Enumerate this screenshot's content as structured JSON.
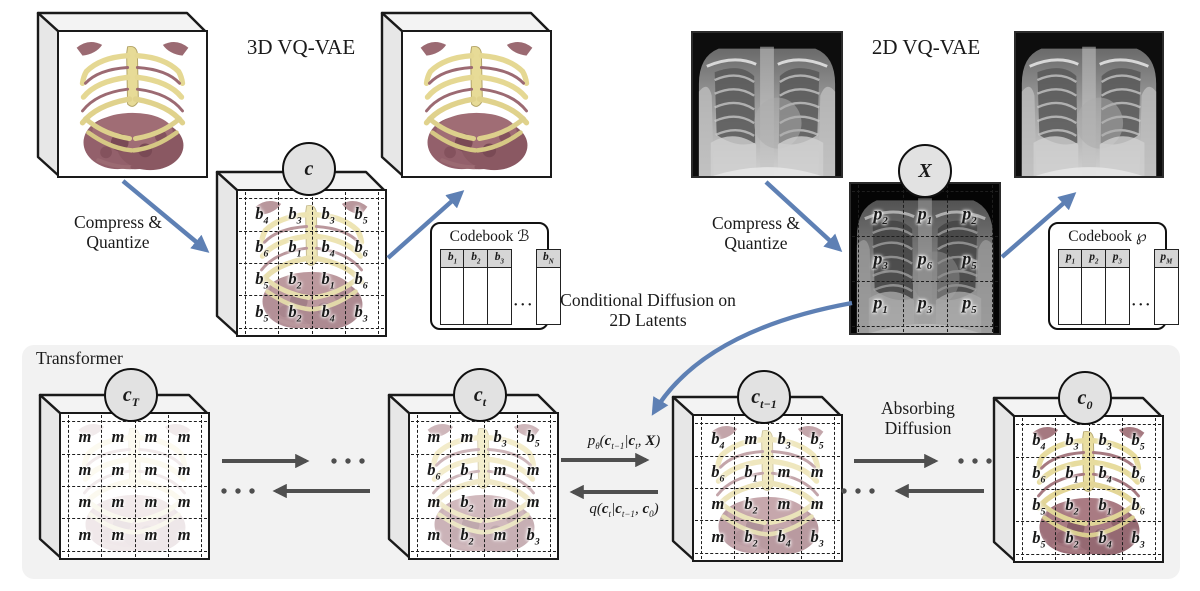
{
  "figure": {
    "vqvae3d": {
      "title": "3D VQ-VAE",
      "compress_line1": "Compress &",
      "compress_line2": "Quantize",
      "latent_label": "**c**",
      "grid": [
        [
          "**b**_4",
          "**b**_3",
          "**b**_3",
          "**b**_5"
        ],
        [
          "**b**_6",
          "**b**_1",
          "**b**_4",
          "**b**_6"
        ],
        [
          "**b**_5",
          "**b**_2",
          "**b**_1",
          "**b**_6"
        ],
        [
          "**b**_5",
          "**b**_2",
          "**b**_4",
          "**b**_3"
        ]
      ],
      "codebook": {
        "title": "Codebook ℬ",
        "entries": [
          "**b**_1",
          "**b**_2",
          "**b**_3"
        ],
        "ellipsis": "···",
        "last_entry": "**b**_N"
      }
    },
    "vqvae2d": {
      "title": "2D VQ-VAE",
      "compress_line1": "Compress &",
      "compress_line2": "Quantize",
      "latent_label": "**X**",
      "grid": [
        [
          "**p**_2",
          "**p**_1",
          "**p**_2"
        ],
        [
          "**p**_3",
          "**p**_6",
          "**p**_5"
        ],
        [
          "**p**_1",
          "**p**_3",
          "**p**_5"
        ]
      ],
      "codebook": {
        "title": "Codebook ℘",
        "entries": [
          "**p**_1",
          "**p**_2",
          "**p**_3"
        ],
        "ellipsis": "···",
        "last_entry": "**p**_M"
      }
    },
    "conditional_line1": "Conditional Diffusion on",
    "conditional_line2": "2D Latents",
    "transformer": {
      "title": "Transformer",
      "absorbing_line1": "Absorbing",
      "absorbing_line2": "Diffusion",
      "formula_forward": "p_θ(**c**_{t−1}|**c**_t, **X**)",
      "formula_reverse": "q(**c**_t|**c**_{t−1}, **c**_0)",
      "ellipsis": "···",
      "states": [
        {
          "label": "**c**_T",
          "grid": [
            [
              "m",
              "m",
              "m",
              "m"
            ],
            [
              "m",
              "m",
              "m",
              "m"
            ],
            [
              "m",
              "m",
              "m",
              "m"
            ],
            [
              "m",
              "m",
              "m",
              "m"
            ]
          ]
        },
        {
          "label": "**c**_t",
          "grid": [
            [
              "m",
              "m",
              "**b**_3",
              "**b**_5"
            ],
            [
              "**b**_6",
              "**b**_1",
              "m",
              "m"
            ],
            [
              "m",
              "**b**_2",
              "m",
              "m"
            ],
            [
              "m",
              "**b**_2",
              "m",
              "**b**_3"
            ]
          ]
        },
        {
          "label": "**c**_{t−1}",
          "grid": [
            [
              "**b**_4",
              "m",
              "**b**_3",
              "**b**_5"
            ],
            [
              "**b**_6",
              "**b**_1",
              "m",
              "m"
            ],
            [
              "m",
              "**b**_2",
              "m",
              "m"
            ],
            [
              "m",
              "**b**_2",
              "**b**_4",
              "**b**_3"
            ]
          ]
        },
        {
          "label": "**c**_0",
          "grid": [
            [
              "**b**_4",
              "**b**_3",
              "**b**_3",
              "**b**_5"
            ],
            [
              "**b**_6",
              "**b**_1",
              "**b**_4",
              "**b**_6"
            ],
            [
              "**b**_5",
              "**b**_2",
              "**b**_1",
              "**b**_6"
            ],
            [
              "**b**_5",
              "**b**_2",
              "**b**_4",
              "**b**_3"
            ]
          ]
        }
      ]
    },
    "colors": {
      "arrow_blue": "#5e80b4",
      "arrow_gray": "#4f4f4f",
      "panel_bg": "#f2f2f2"
    }
  }
}
